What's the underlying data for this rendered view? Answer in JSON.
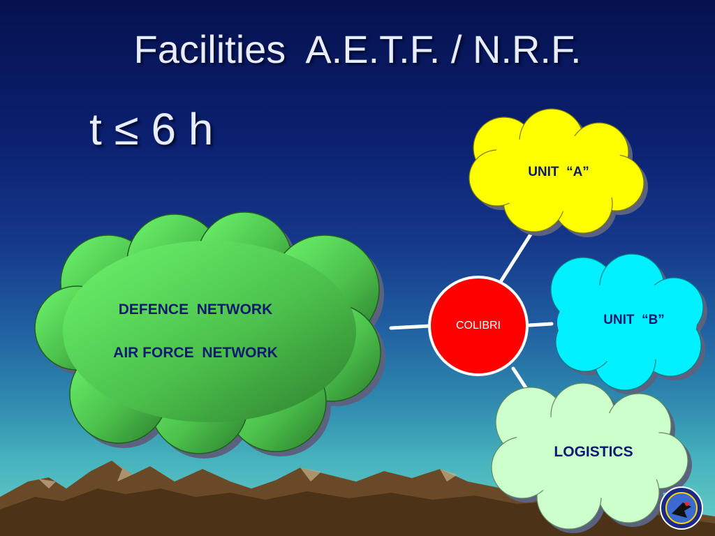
{
  "slide": {
    "title": "Facilities  A.E.T.F. / N.R.F.",
    "subtitle": "t ≤ 6 h"
  },
  "diagram": {
    "defence_cloud": {
      "line1": "DEFENCE  NETWORK",
      "line2": "AIR FORCE  NETWORK"
    },
    "hub_label": "COLIBRI",
    "unit_a_label": "UNIT  “A”",
    "unit_b_label": "UNIT  “B”",
    "logistics_label": "LOGISTICS"
  },
  "colors": {
    "background_top": "#06124f",
    "background_bottom": "#69cfc8",
    "defence_cloud": "#5ee05e",
    "hub": "#ff0000",
    "unit_a": "#ffff00",
    "unit_b": "#00f0ff",
    "logistics": "#ccffcc",
    "label_text": "#0a1a6e",
    "connector": "#ffffff"
  },
  "icons": {
    "emblem": "unit-emblem-badge"
  }
}
